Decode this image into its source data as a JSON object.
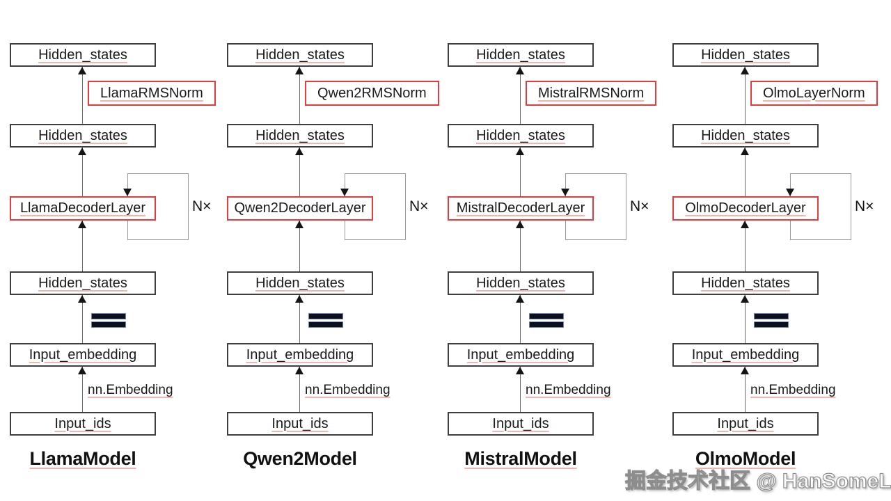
{
  "diagram": {
    "colors": {
      "highlight_border": "#e23b3b",
      "box_border": "#3f3f3f",
      "spellcheck_underline": "#f2b4ae",
      "equals_fill": "#0b101e",
      "background": "#ffffff"
    },
    "shared": {
      "hidden_states_label": "Hidden_states",
      "input_embedding_label": "Input_embedding",
      "input_ids_label": "Input_ids",
      "embedding_fn_label": "nn.Embedding",
      "loop_count_label": "N×"
    },
    "columns": [
      {
        "model_title": "LlamaModel",
        "norm_label": "LlamaRMSNorm",
        "decoder_label": "LlamaDecoderLayer",
        "title_underline": true,
        "norm_underline": true,
        "decoder_underline": true
      },
      {
        "model_title": "Qwen2Model",
        "norm_label": "Qwen2RMSNorm",
        "decoder_label": "Qwen2DecoderLayer",
        "title_underline": false,
        "norm_underline": false,
        "decoder_underline": false
      },
      {
        "model_title": "MistralModel",
        "norm_label": "MistralRMSNorm",
        "decoder_label": "MistralDecoderLayer",
        "title_underline": true,
        "norm_underline": true,
        "decoder_underline": true
      },
      {
        "model_title": "OlmoModel",
        "norm_label": "OlmoLayerNorm",
        "decoder_label": "OlmoDecoderLayer",
        "title_underline": true,
        "norm_underline": true,
        "decoder_underline": true
      }
    ]
  },
  "watermark": {
    "text": "掘金技术社区 @ HanSomeLing"
  }
}
